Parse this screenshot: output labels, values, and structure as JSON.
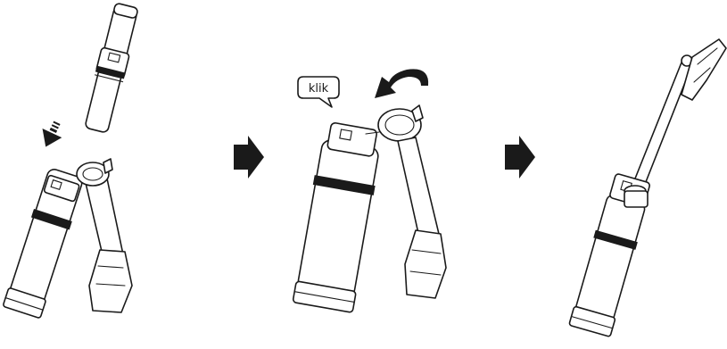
{
  "steps": [
    {
      "id": "step-1",
      "icons": [
        "down-arrow-icon"
      ]
    },
    {
      "id": "step-2",
      "icons": [
        "rotate-arrow-icon",
        "speech-bubble-icon"
      ],
      "callout": "klik"
    },
    {
      "id": "step-3",
      "icons": []
    }
  ],
  "colors": {
    "line": "#1a1a1a",
    "background": "#ffffff"
  }
}
